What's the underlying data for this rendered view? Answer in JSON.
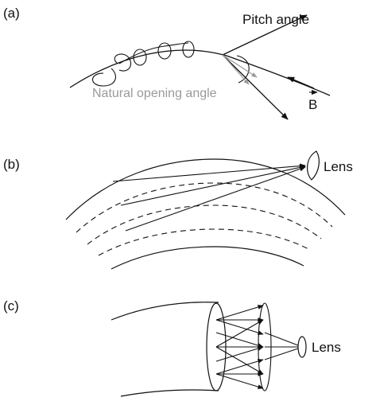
{
  "panels": {
    "a": {
      "label": "(a)",
      "pitch_angle": "Pitch angle",
      "natural_opening_angle": "Natural opening angle",
      "field_symbol": "B"
    },
    "b": {
      "label": "(b)",
      "lens": "Lens"
    },
    "c": {
      "label": "(c)",
      "lens": "Lens"
    }
  },
  "colors": {
    "ink": "#111111",
    "gray": "#9a9a9a"
  }
}
